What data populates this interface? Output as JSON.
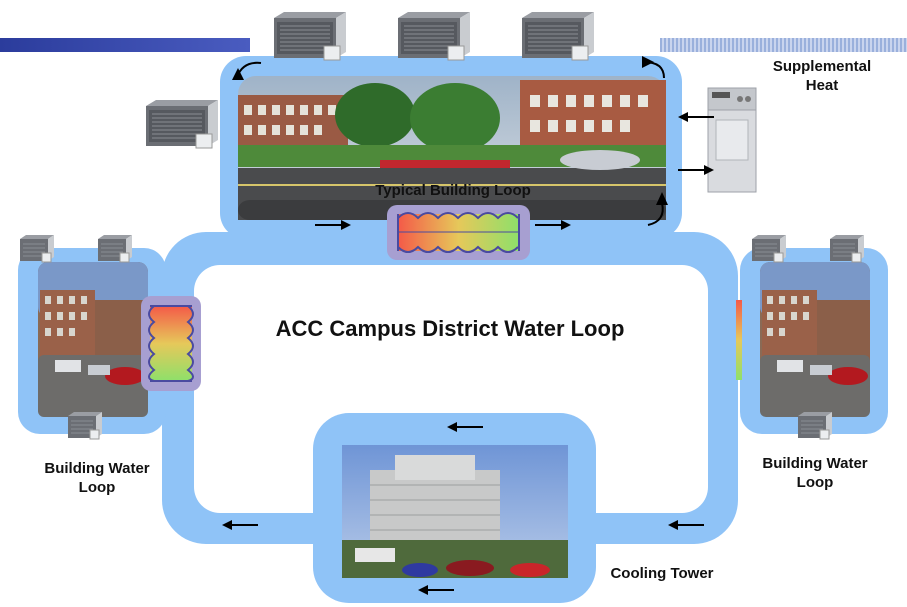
{
  "title": "ACC Campus District Water Loop",
  "labels": {
    "typical_building_loop": "Typical Building Loop",
    "supplemental_heat_line1": "Supplemental",
    "supplemental_heat_line2": "Heat",
    "building_water_loop_left_line1": "Building Water",
    "building_water_loop_left_line2": "Loop",
    "building_water_loop_right_line1": "Building Water",
    "building_water_loop_right_line2": "Loop",
    "cooling_tower": "Cooling Tower"
  },
  "colors": {
    "loop_blue": "#8fc3f7",
    "loop_blue_dark": "#7ab4ef",
    "header_bar": "#3447a8",
    "exchanger_bg": "#a79fd1",
    "hot": "#f2604f",
    "cool": "#8ee06a"
  },
  "icons": [
    "heat-pump-unit-icon",
    "supplemental-heater-icon",
    "heat-exchanger-icon",
    "flow-arrow-icon",
    "building-photo",
    "cooling-tower-photo"
  ]
}
